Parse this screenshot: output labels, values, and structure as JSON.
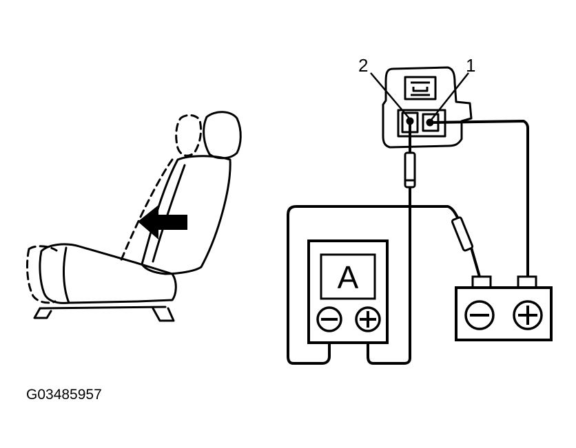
{
  "connector": {
    "pin_2_label": "2",
    "pin_1_label": "1"
  },
  "ammeter": {
    "display_symbol": "A",
    "neg_terminal": "−",
    "pos_terminal": "+"
  },
  "battery": {
    "neg_terminal": "−",
    "pos_terminal": "+"
  },
  "figure_id": "G03485957",
  "icons": [
    "seat-icon",
    "arrow-left-icon",
    "ammeter-icon",
    "battery-icon",
    "connector-icon",
    "probe-icon"
  ],
  "colors": {
    "ink": "#000000",
    "paper": "#ffffff"
  }
}
